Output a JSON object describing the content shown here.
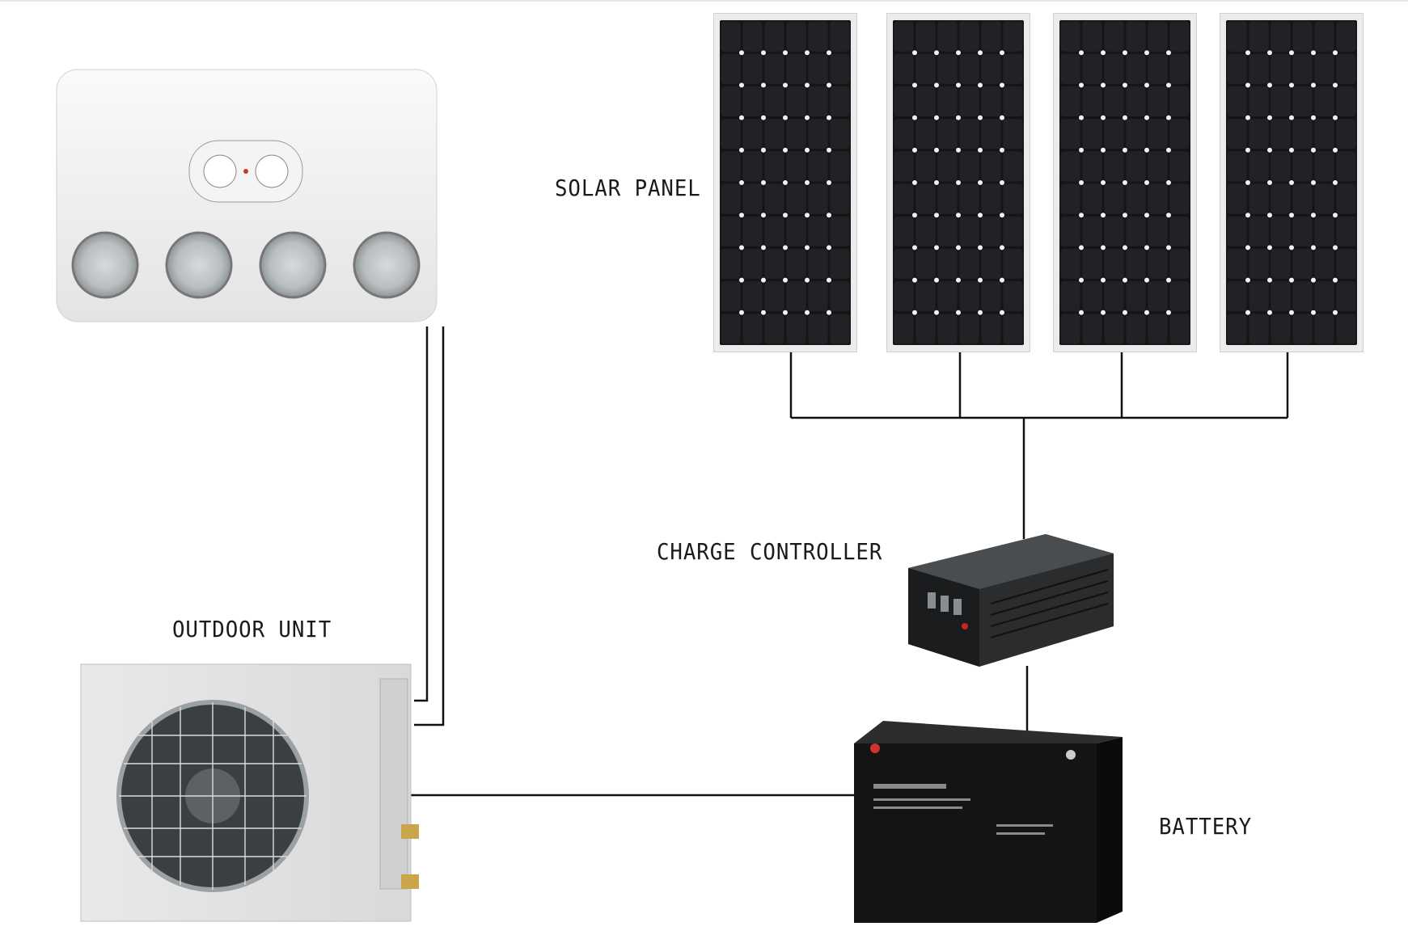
{
  "diagram": {
    "labels": {
      "solar_panel": "SOLAR PANEL",
      "charge_controller": "CHARGE CONTROLLER",
      "outdoor_unit": "OUTDOOR UNIT",
      "battery": "BATTERY"
    },
    "panel_count": 4,
    "colors": {
      "background": "#ffffff",
      "wire": "#111111",
      "panel_cell": "#151515",
      "panel_frame": "#ececec",
      "unit_body": "#f2f2f2",
      "device_dark": "#1c1c1c"
    }
  }
}
